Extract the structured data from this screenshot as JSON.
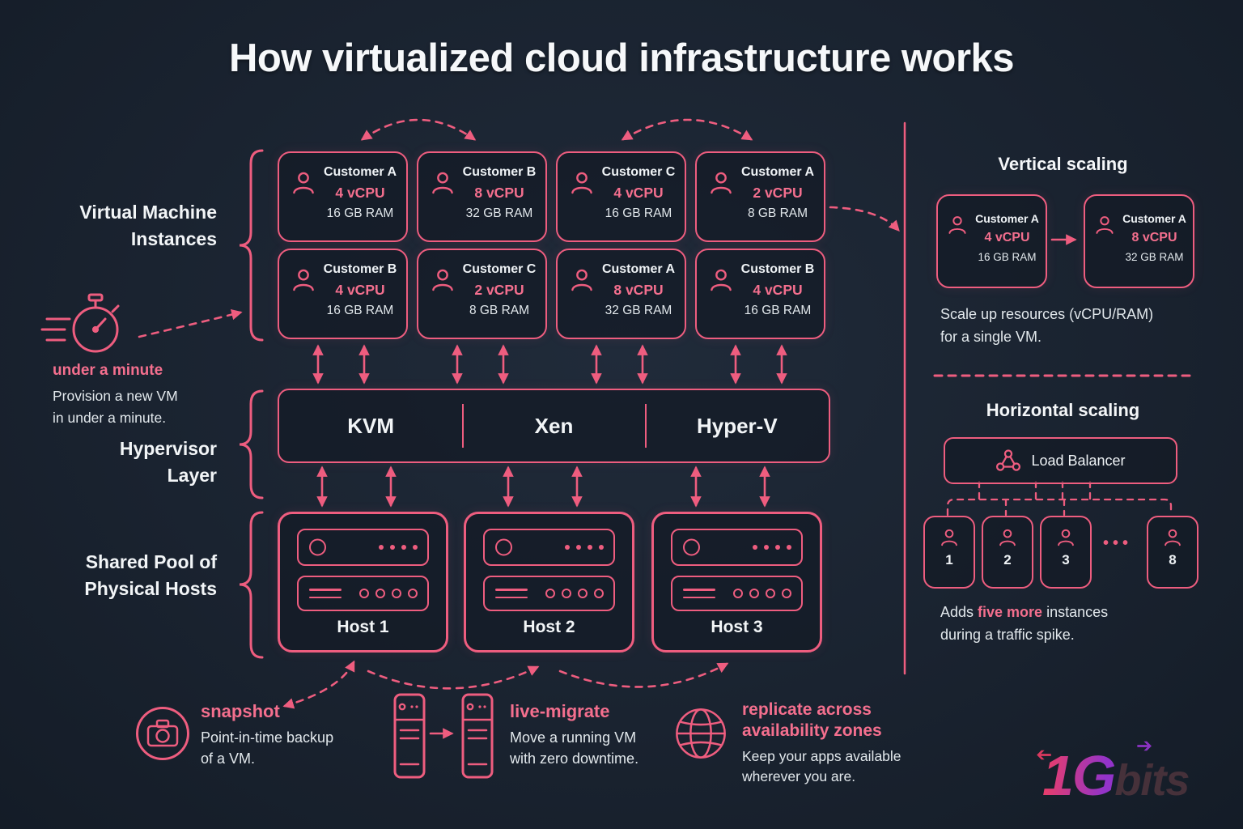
{
  "header": {
    "title": "How virtualized cloud infrastructure works"
  },
  "colors": {
    "background": "#1a2330",
    "accent_pink": "#ee5d7f",
    "text_white": "#eff3f6",
    "logo_gradient_start": "#e53d6e",
    "logo_gradient_end": "#9333c9",
    "logo_bits": "#46313a"
  },
  "labels": {
    "vm": {
      "line1": "Virtual Machine",
      "line2": "Instances"
    },
    "hypervisor": {
      "line1": "Hypervisor",
      "line2": "Layer"
    },
    "hosts": {
      "line1": "Shared Pool of",
      "line2": "Physical Hosts"
    }
  },
  "vm_cards": {
    "row1": [
      {
        "customer": "Customer A",
        "vcpu": "4 vCPU",
        "ram": "16 GB RAM"
      },
      {
        "customer": "Customer B",
        "vcpu": "8 vCPU",
        "ram": "32 GB RAM"
      },
      {
        "customer": "Customer C",
        "vcpu": "4 vCPU",
        "ram": "16 GB RAM"
      },
      {
        "customer": "Customer A",
        "vcpu": "2 vCPU",
        "ram": "8 GB RAM"
      }
    ],
    "row2": [
      {
        "customer": "Customer B",
        "vcpu": "4 vCPU",
        "ram": "16 GB RAM"
      },
      {
        "customer": "Customer C",
        "vcpu": "2 vCPU",
        "ram": "8 GB RAM"
      },
      {
        "customer": "Customer A",
        "vcpu": "8 vCPU",
        "ram": "32 GB RAM"
      },
      {
        "customer": "Customer B",
        "vcpu": "4 vCPU",
        "ram": "16 GB RAM"
      }
    ]
  },
  "hypervisors": [
    "KVM",
    "Xen",
    "Hyper-V"
  ],
  "hosts": [
    "Host 1",
    "Host 2",
    "Host 3"
  ],
  "provision": {
    "title": "under a minute",
    "line1": "Provision a new VM",
    "line2": "in under a minute."
  },
  "vertical_scaling": {
    "title": "Vertical scaling",
    "before": {
      "customer": "Customer A",
      "vcpu": "4 vCPU",
      "ram": "16 GB RAM"
    },
    "after": {
      "customer": "Customer A",
      "vcpu": "8 vCPU",
      "ram": "32 GB RAM"
    },
    "caption_line1": "Scale up resources (vCPU/RAM)",
    "caption_line2": "for a single VM."
  },
  "horizontal_scaling": {
    "title": "Horizontal scaling",
    "load_balancer": "Load Balancer",
    "instances": [
      "1",
      "2",
      "3",
      "8"
    ],
    "ellipsis": "•••",
    "caption_pre": "Adds ",
    "caption_highlight": "five more",
    "caption_post": " instances",
    "caption_line2": "during a traffic spike."
  },
  "features": {
    "snapshot": {
      "title": "snapshot",
      "line1": "Point-in-time backup",
      "line2": "of a VM."
    },
    "live_migrate": {
      "title": "live-migrate",
      "line1": "Move a running VM",
      "line2": "with zero downtime."
    },
    "replicate": {
      "title_line1": "replicate across",
      "title_line2": "availability zones",
      "line1": "Keep your apps available",
      "line2": "wherever you are."
    }
  },
  "logo": {
    "primary": "1G",
    "secondary": "bits"
  },
  "icons": {
    "person": "person-icon",
    "stopwatch": "stopwatch-icon",
    "camera": "camera-snapshot-icon",
    "server_tower": "server-tower-icon",
    "globe": "globe-icon",
    "load_balancer": "load-balancer-icon",
    "arrow_glyph": "➔"
  }
}
